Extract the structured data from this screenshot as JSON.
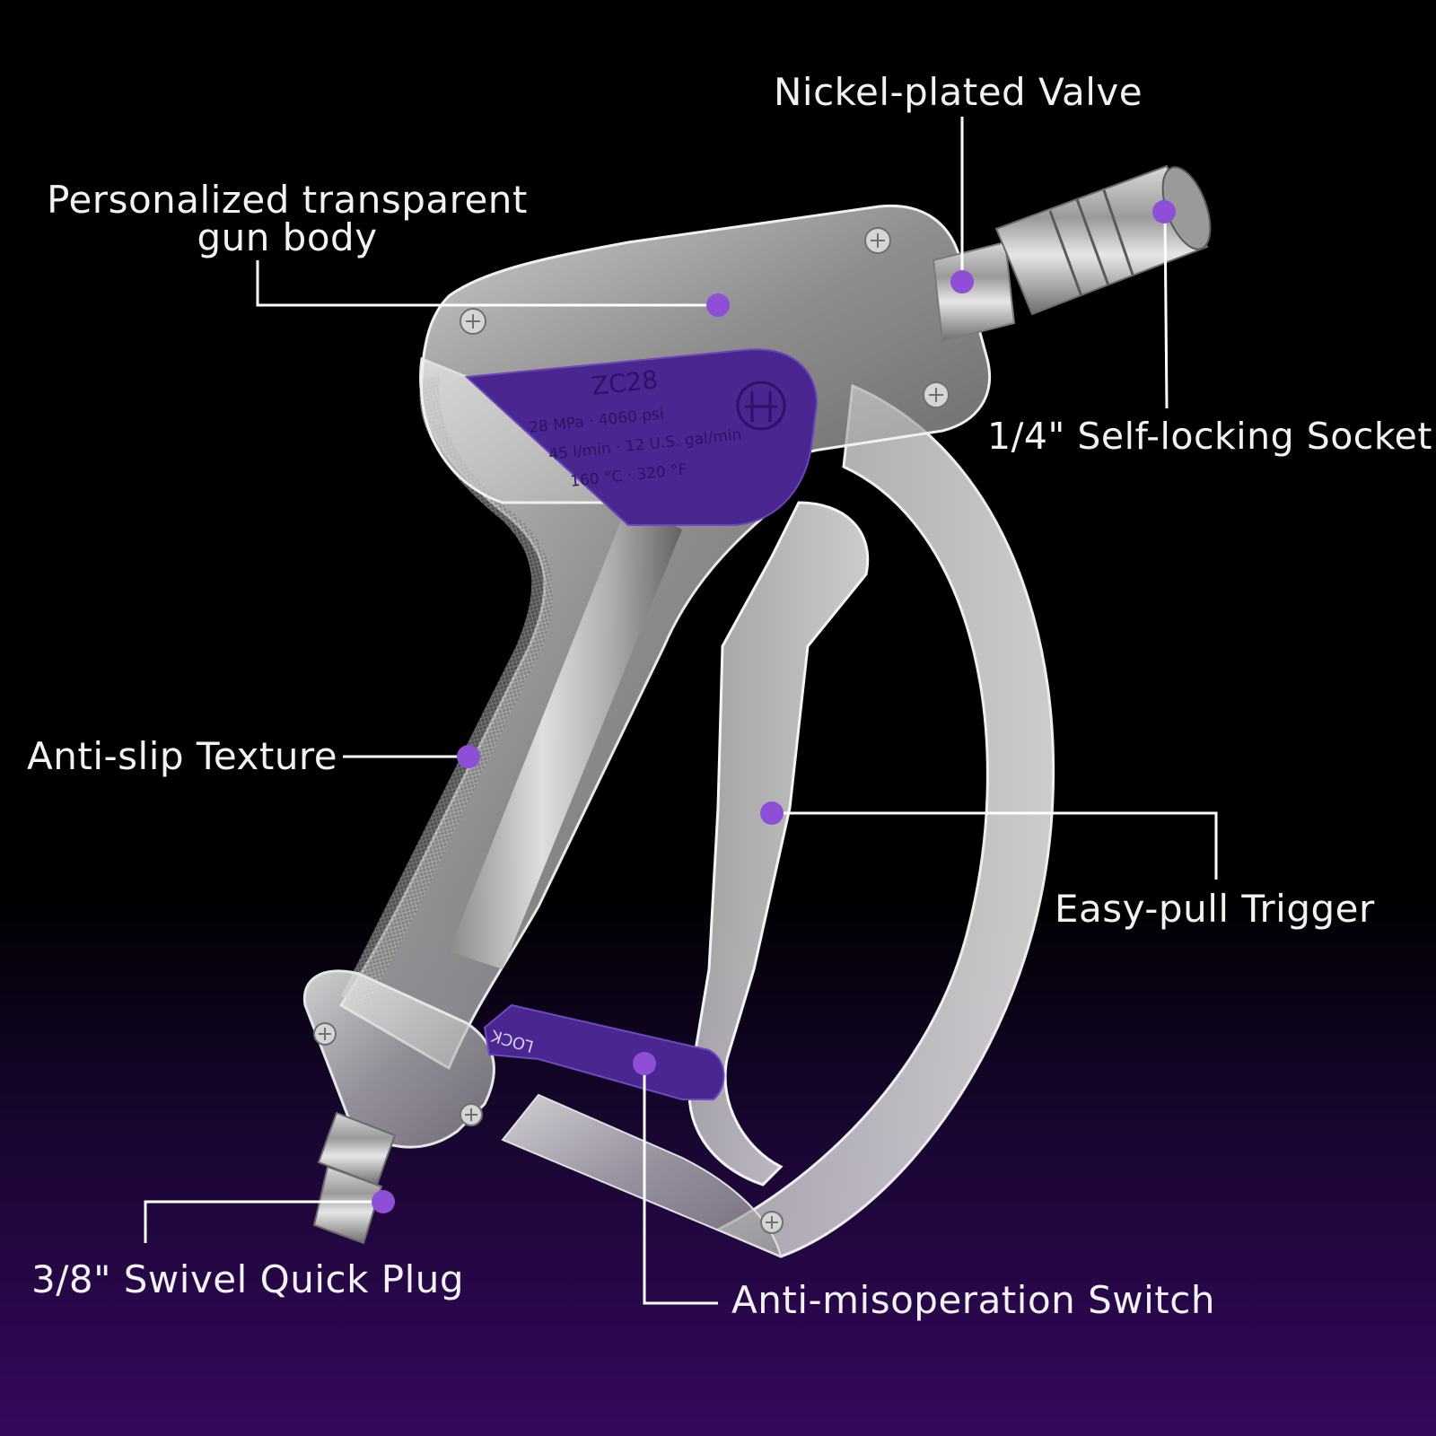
{
  "labels": {
    "valve": "Nickel-plated Valve",
    "body_line1": "Personalized transparent",
    "body_line2": "gun body",
    "socket": "1/4\" Self-locking Socket",
    "texture": "Anti-slip Texture",
    "trigger": "Easy-pull Trigger",
    "plug": "3/8\" Swivel Quick Plug",
    "switch": "Anti-misoperation Switch"
  },
  "plate": {
    "model": "ZC28",
    "spec1": "28 MPa · 4060 psi",
    "spec2": "45 l/min · 12 U.S. gal/min",
    "spec3": "160 °C · 320 °F"
  },
  "lock_text": "LOCK",
  "colors": {
    "background": "#000000",
    "bottom_glow": "#35085c",
    "accent_purple": "#4a2690",
    "marker": "#8e4fd6",
    "leader": "#ffffff",
    "label_text": "#f2f2f2"
  },
  "icons": {
    "brand_logo": "circle-monogram-icon",
    "screws": "phillips-screw-icon"
  }
}
